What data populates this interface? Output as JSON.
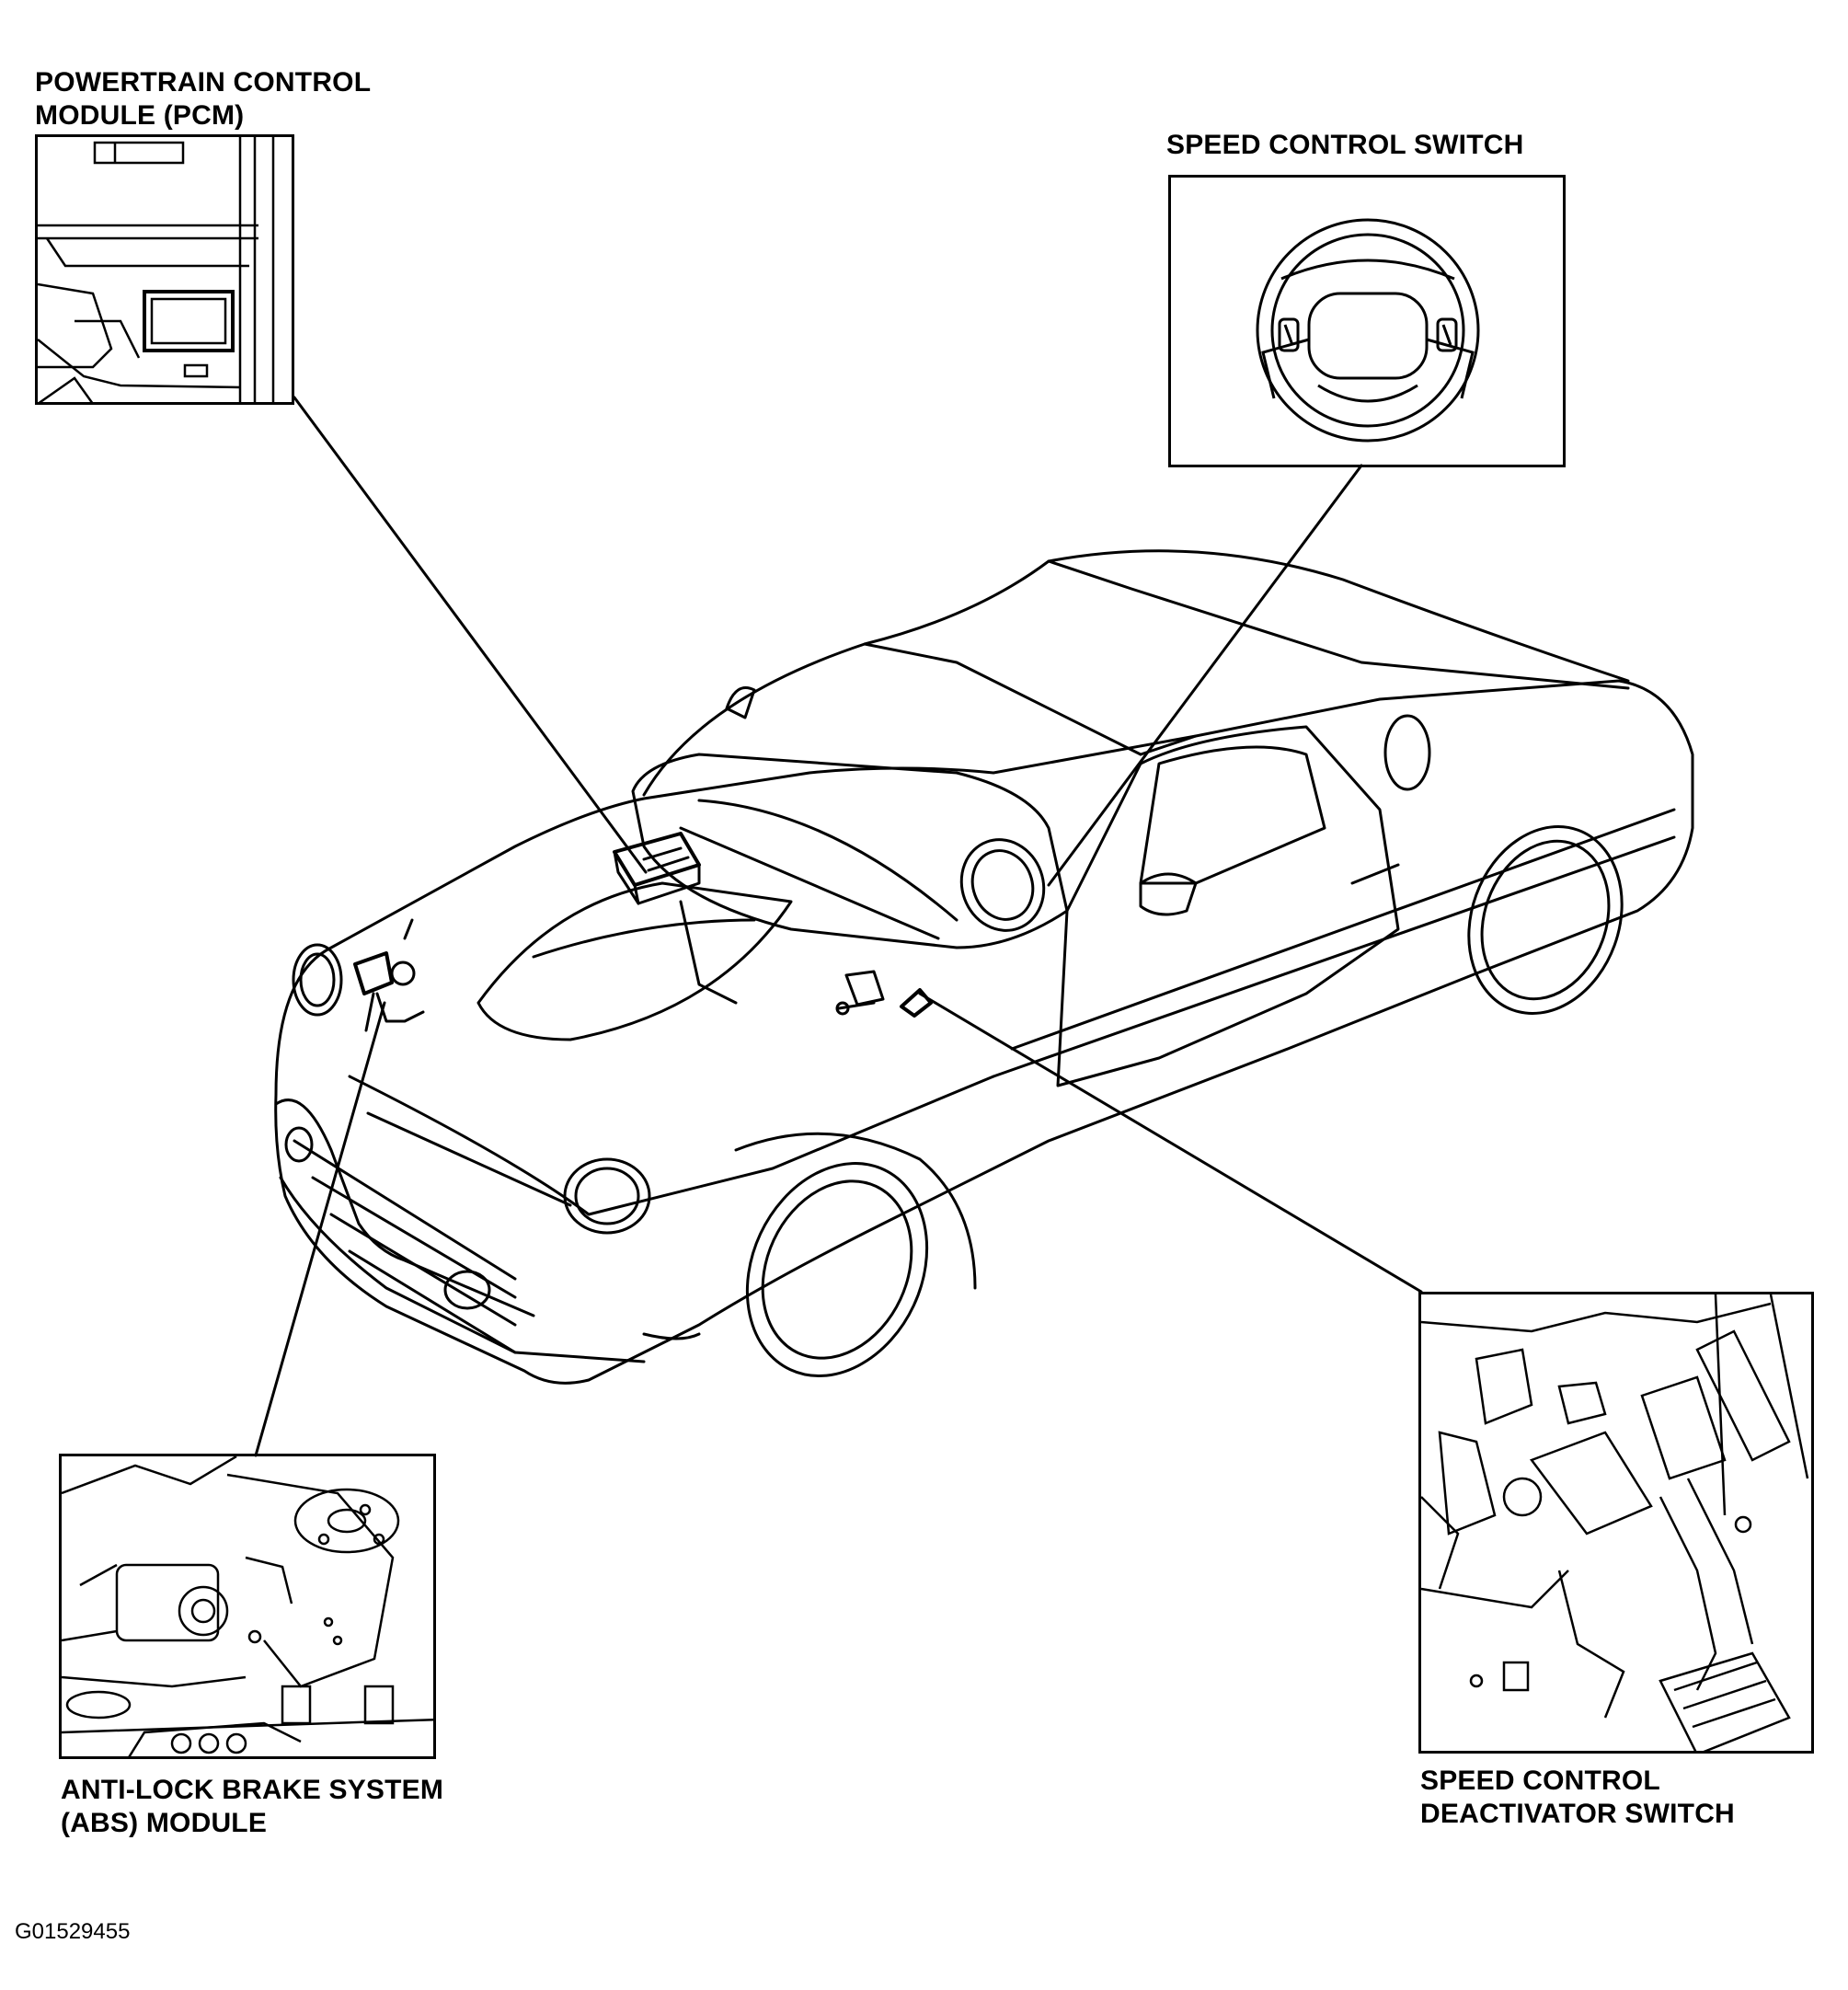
{
  "labels": {
    "pcm": "POWERTRAIN CONTROL\nMODULE (PCM)",
    "speed_switch": "SPEED CONTROL SWITCH",
    "abs": "ANTI-LOCK BRAKE SYSTEM\n(ABS) MODULE",
    "deactivator": "SPEED CONTROL\nDEACTIVATOR SWITCH"
  },
  "figure_id": "G01529455"
}
